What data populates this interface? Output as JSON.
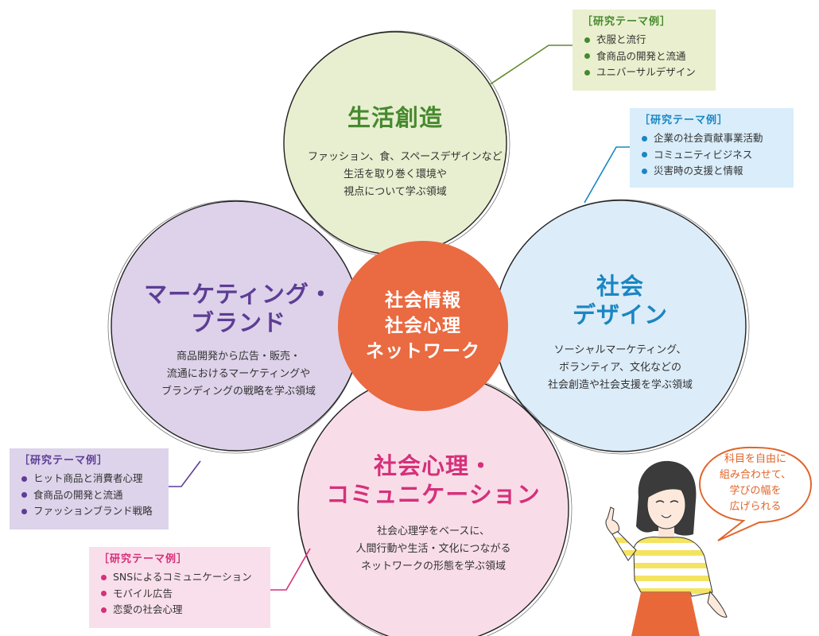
{
  "colors": {
    "life": "#46892e",
    "social": "#1a86c2",
    "marketing": "#5d3d95",
    "psych": "#d6307a",
    "center": "#ea6a42"
  },
  "life": {
    "title": "生活創造",
    "desc": [
      "ファッション、食、スペースデザインなど",
      "生活を取り巻く環境や",
      "視点について学ぶ領域"
    ]
  },
  "social_design": {
    "title": [
      "社会",
      "デザイン"
    ],
    "desc": [
      "ソーシャルマーケティング、",
      "ボランティア、文化などの",
      "社会創造や社会支援を学ぶ領域"
    ]
  },
  "marketing": {
    "title": [
      "マーケティング・",
      "ブランド"
    ],
    "desc": [
      "商品開発から広告・販売・",
      "流通におけるマーケティングや",
      "ブランディングの戦略を学ぶ領域"
    ]
  },
  "psych": {
    "title": [
      "社会心理・",
      "コミュニケーション"
    ],
    "desc": [
      "社会心理学をベースに、",
      "人間行動や生活・文化につながる",
      "ネットワークの形態を学ぶ領域"
    ]
  },
  "center": {
    "lines": [
      "社会情報",
      "社会心理",
      "ネットワーク"
    ]
  },
  "boxes": {
    "life": {
      "head": "［研究テーマ例］",
      "items": [
        "衣服と流行",
        "食商品の開発と流通",
        "ユニバーサルデザイン"
      ]
    },
    "social": {
      "head": "［研究テーマ例］",
      "items": [
        "企業の社会貢献事業活動",
        "コミュニティビジネス",
        "災害時の支援と情報"
      ]
    },
    "marketing": {
      "head": "［研究テーマ例］",
      "items": [
        "ヒット商品と消費者心理",
        "食商品の開発と流通",
        "ファッションブランド戦略"
      ]
    },
    "psych": {
      "head": "［研究テーマ例］",
      "items": [
        "SNSによるコミュニケーション",
        "モバイル広告",
        "恋愛の社会心理"
      ]
    }
  },
  "speech": {
    "lines": [
      "科目を自由に",
      "組み合わせて、",
      "学びの幅を",
      "広げられる"
    ]
  }
}
